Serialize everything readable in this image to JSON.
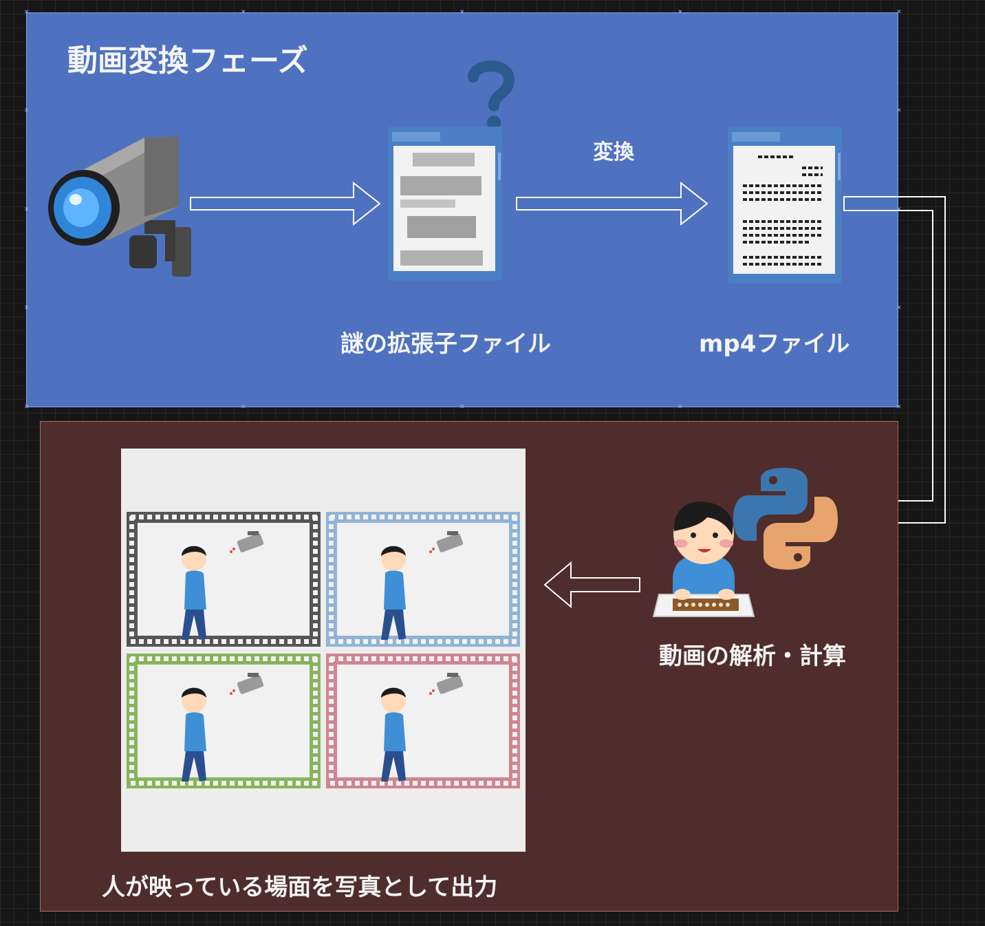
{
  "phase_top": {
    "title": "動画変換フェーズ"
  },
  "steps": {
    "mystery_file_label": "謎の拡張子ファイル",
    "convert_label": "変換",
    "mp4_label": "mp4ファイル",
    "analysis_label": "動画の解析・計算",
    "output_label": "人が映っている場面を写真として出力"
  },
  "colors": {
    "top_fill": "#4e72bf",
    "bottom_fill": "#4f2d2c",
    "frame_black": "#555555",
    "frame_blue": "#8fb4d6",
    "frame_green": "#86b55b",
    "frame_red": "#d08590"
  },
  "icons": [
    "security-camera-icon",
    "question-mark-icon",
    "document-icon",
    "python-logo-icon",
    "programmer-icon",
    "person-walking-icon"
  ]
}
